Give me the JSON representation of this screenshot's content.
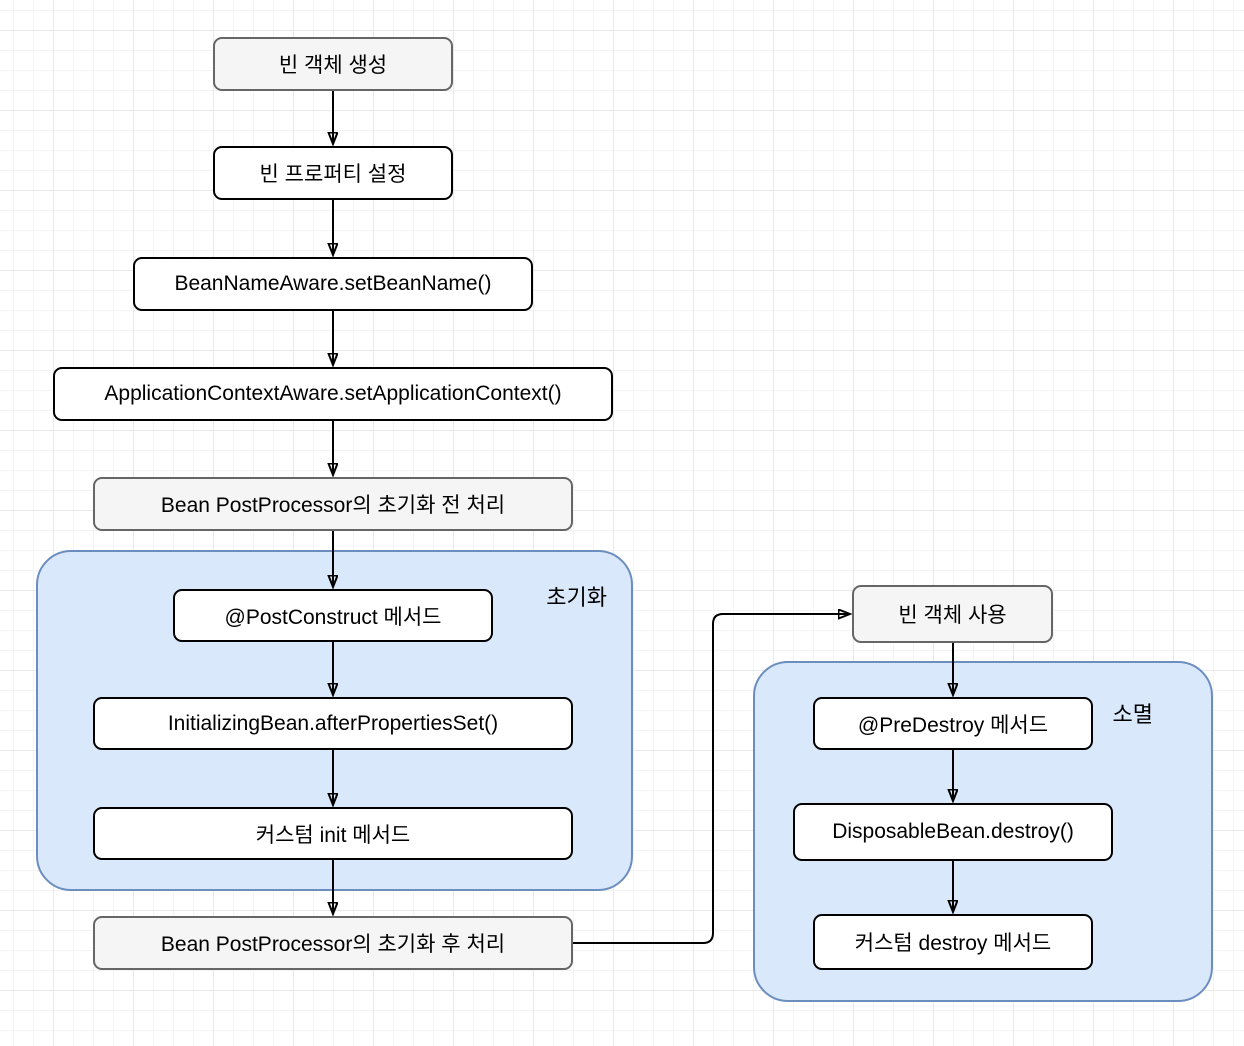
{
  "diagram": {
    "groups": {
      "init": {
        "label": "초기화"
      },
      "destroy": {
        "label": "소멸"
      }
    },
    "nodes": {
      "bean_create": {
        "label": "빈 객체 생성",
        "style": "gray"
      },
      "bean_properties": {
        "label": "빈 프로퍼티 설정",
        "style": "white"
      },
      "set_bean_name": {
        "label": "BeanNameAware.setBeanName()",
        "style": "white"
      },
      "set_application_context": {
        "label": "ApplicationContextAware.setApplicationContext()",
        "style": "white"
      },
      "post_processor_before": {
        "label": "Bean PostProcessor의 초기화 전 처리",
        "style": "gray"
      },
      "post_construct": {
        "label": "@PostConstruct 메서드",
        "style": "white"
      },
      "after_properties_set": {
        "label": "InitializingBean.afterPropertiesSet()",
        "style": "white"
      },
      "custom_init": {
        "label": "커스텀 init 메서드",
        "style": "white"
      },
      "post_processor_after": {
        "label": "Bean PostProcessor의 초기화 후 처리",
        "style": "gray"
      },
      "bean_use": {
        "label": "빈 객체 사용",
        "style": "gray"
      },
      "pre_destroy": {
        "label": "@PreDestroy 메서드",
        "style": "white"
      },
      "disposable_destroy": {
        "label": "DisposableBean.destroy()",
        "style": "white"
      },
      "custom_destroy": {
        "label": "커스텀 destroy 메서드",
        "style": "white"
      }
    },
    "edges": [
      {
        "from": "bean_create",
        "to": "bean_properties"
      },
      {
        "from": "bean_properties",
        "to": "set_bean_name"
      },
      {
        "from": "set_bean_name",
        "to": "set_application_context"
      },
      {
        "from": "set_application_context",
        "to": "post_processor_before"
      },
      {
        "from": "post_processor_before",
        "to": "post_construct"
      },
      {
        "from": "post_construct",
        "to": "after_properties_set"
      },
      {
        "from": "after_properties_set",
        "to": "custom_init"
      },
      {
        "from": "custom_init",
        "to": "post_processor_after"
      },
      {
        "from": "post_processor_after",
        "to": "bean_use"
      },
      {
        "from": "bean_use",
        "to": "pre_destroy"
      },
      {
        "from": "pre_destroy",
        "to": "disposable_destroy"
      },
      {
        "from": "disposable_destroy",
        "to": "custom_destroy"
      }
    ],
    "colors": {
      "node_fill_white": "#ffffff",
      "node_border_black": "#000000",
      "node_fill_gray": "#f5f5f5",
      "node_border_gray": "#666666",
      "group_fill": "#dae8fc",
      "group_border": "#6c8ebf",
      "arrow": "#000000"
    }
  }
}
